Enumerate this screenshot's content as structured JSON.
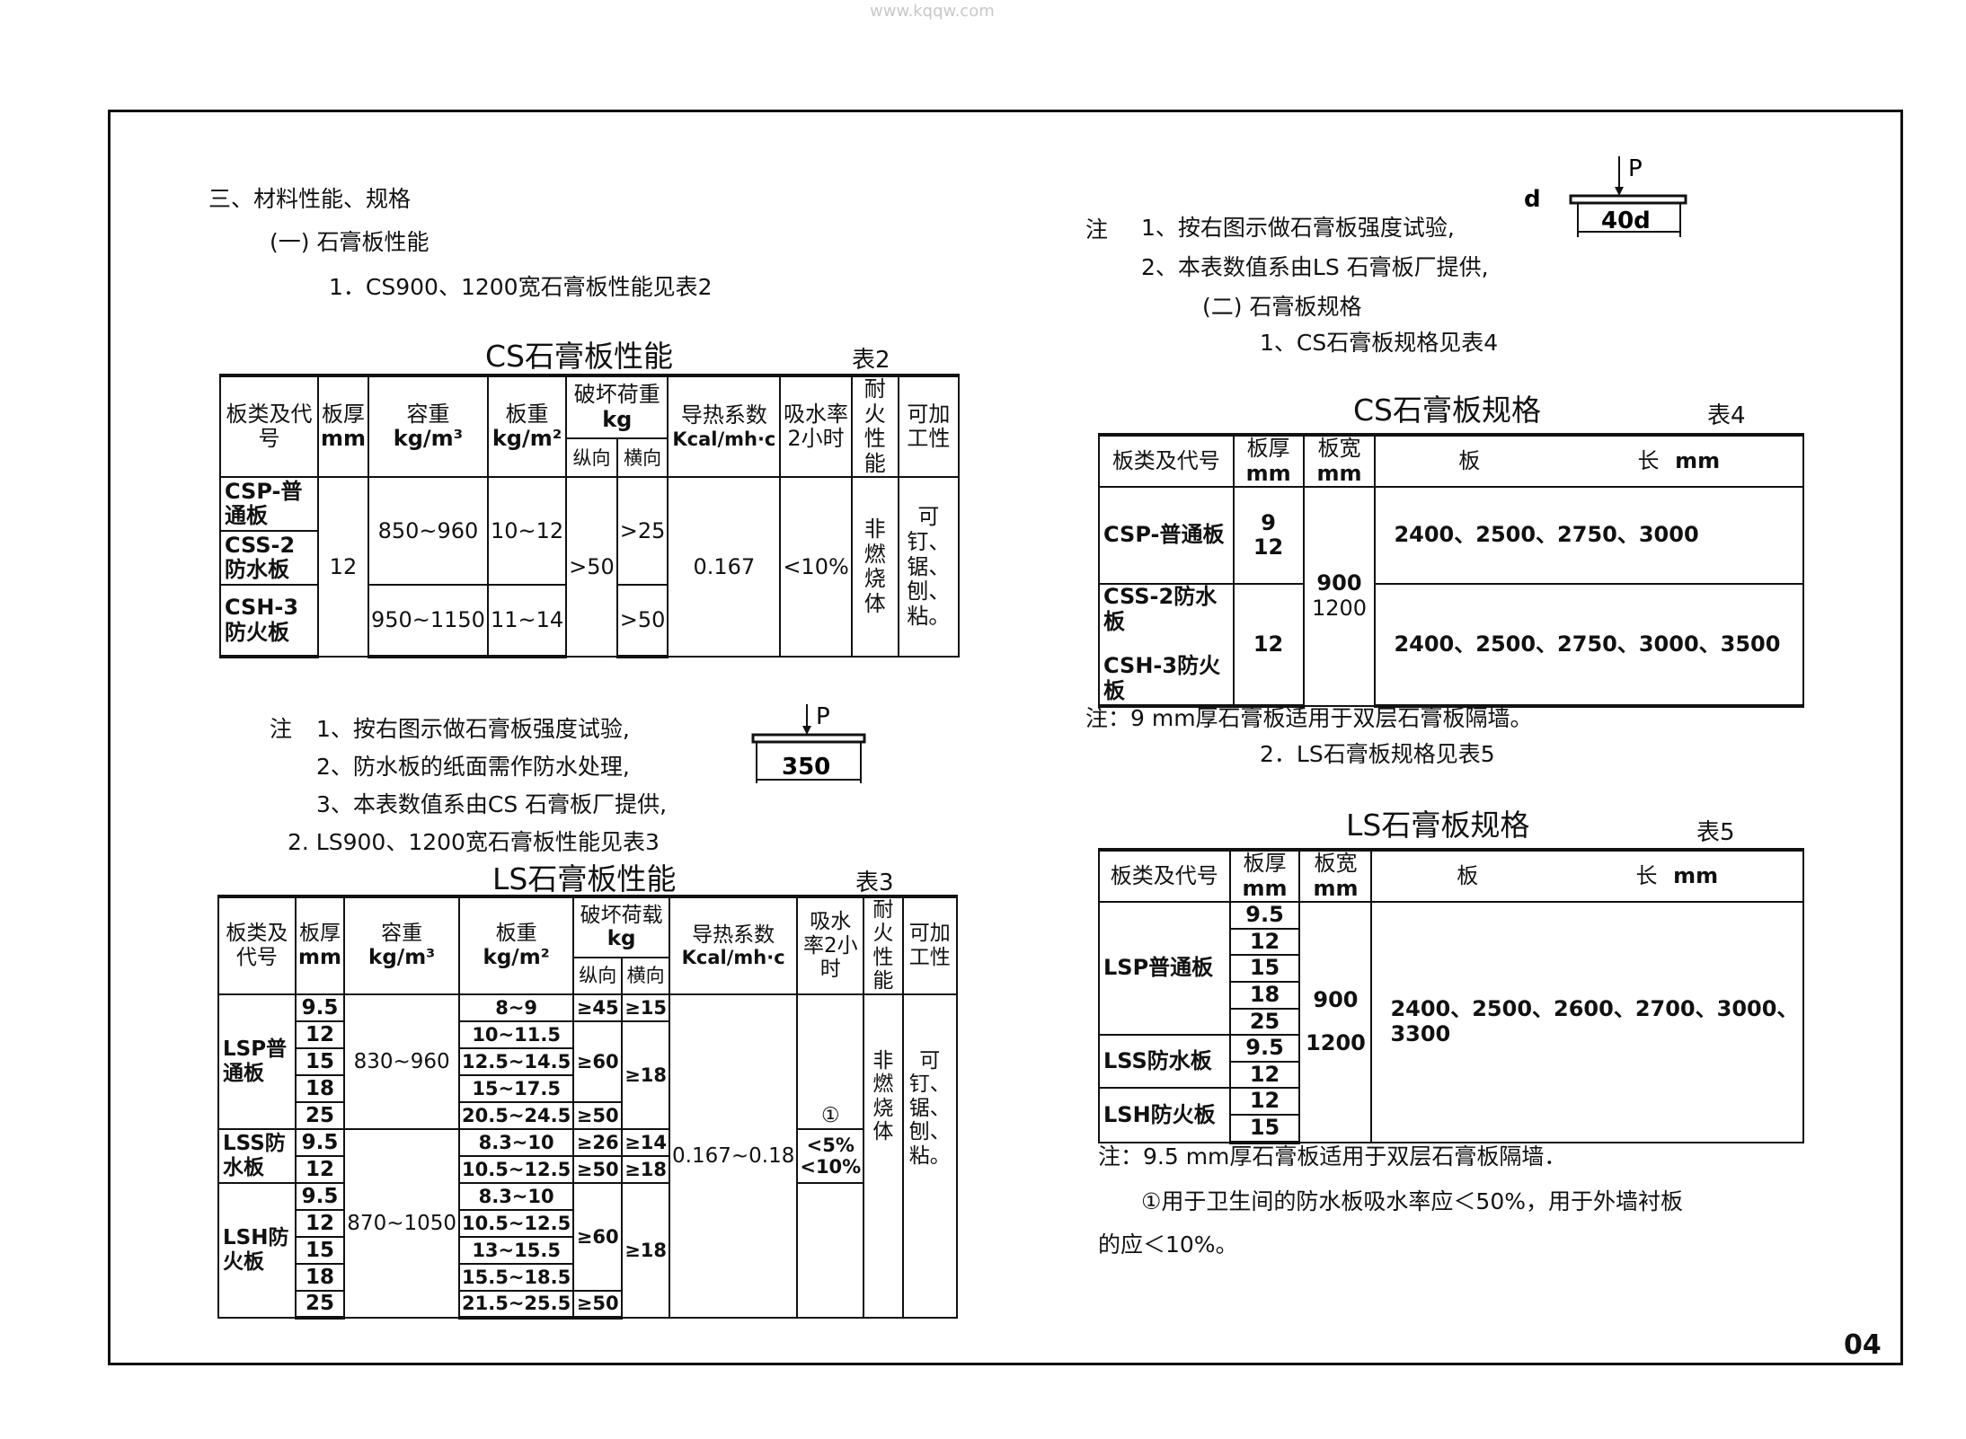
{
  "watermark": "www.kqqw.com",
  "page_number": "04",
  "left": {
    "sec_title": "三、材料性能、规格",
    "sub1": "(一) 石膏板性能",
    "item1": "1．CS900、1200宽石膏板性能见表2",
    "t2_title": "CS石膏板性能",
    "t2_no": "表2",
    "t2_headers": {
      "type": "板类及代号",
      "thick": "板厚",
      "thick_unit": "mm",
      "density": "容重",
      "density_unit": "kg/m³",
      "weight": "板重",
      "weight_unit": "kg/m²",
      "load": "破坏荷重",
      "load_unit": "kg",
      "load_long": "纵向",
      "load_trans": "横向",
      "thermal": "导热系数",
      "thermal_unit": "Kcal/mh·c",
      "absorb": "吸水率2小时",
      "fire": "耐火性能",
      "work": "可加工性"
    },
    "t2_rows": {
      "r1_type": "CSP-普通板",
      "r2_type": "CSS-2防水板",
      "r3_type": "CSH-3防火板",
      "thick": "12",
      "dens1": "850~960",
      "dens2": "950~1150",
      "wt1": "10~12",
      "wt2": "11~14",
      "long": ">50",
      "trans1": ">25",
      "trans2": ">50",
      "thermal": "0.167",
      "absorb": "<10%",
      "fire": "非燃烧体",
      "work": "可钉、锯、刨、粘。"
    },
    "t2_notes": {
      "n0": "注",
      "n1": "1、按右图示做石膏板强度试验,",
      "n2": "2、防水板的纸面需作防水处理,",
      "n3": "3、本表数值系由CS 石膏板厂提供,",
      "diag_p": "P",
      "diag_span": "350"
    },
    "item2": "2. LS900、1200宽石膏板性能见表3",
    "t3_title": "LS石膏板性能",
    "t3_no": "表3",
    "t3_headers": {
      "type": "板类及代号",
      "thick": "板厚",
      "thick_unit": "mm",
      "density": "容重",
      "density_unit": "kg/m³",
      "weight": "板重",
      "weight_unit": "kg/m²",
      "load": "破坏荷载",
      "load_unit": "kg",
      "load_long": "纵向",
      "load_trans": "横向",
      "thermal": "导热系数",
      "thermal_unit": "Kcal/mh·c",
      "absorb": "吸水率2小时",
      "fire": "耐火性能",
      "work": "可加工性"
    },
    "t3_rows": {
      "lsp": "LSP普通板",
      "lss": "LSS防水板",
      "lsh": "LSH防火板",
      "th": [
        "9.5",
        "12",
        "15",
        "18",
        "25",
        "9.5",
        "12",
        "9.5",
        "12",
        "15",
        "18",
        "25"
      ],
      "dens1": "830~960",
      "dens2": "870~1050",
      "wt": [
        "8~9",
        "10~11.5",
        "12.5~14.5",
        "15~17.5",
        "20.5~24.5",
        "8.3~10",
        "10.5~12.5",
        "8.3~10",
        "10.5~12.5",
        "13~15.5",
        "15.5~18.5",
        "21.5~25.5"
      ],
      "long": [
        "≥45",
        "≥60",
        "≥50",
        "≥26",
        "≥50",
        "≥60",
        "≥50"
      ],
      "trans": [
        "≥15",
        "≥18",
        "≥14",
        "≥18",
        "≥18"
      ],
      "thermal": "0.167~0.18",
      "absorb_mark": "①",
      "absorb1": "<5%",
      "absorb2": "<10%",
      "fire": "非燃烧体",
      "work": "可钉、锯、刨、粘。"
    }
  },
  "right": {
    "note_head": "注",
    "note1": "1、按右图示做石膏板强度试验,",
    "note2": "2、本表数值系由LS 石膏板厂提供,",
    "diag_p": "P",
    "diag_d": "d",
    "diag_span": "40d",
    "sub2": "(二) 石膏板规格",
    "item1": "1、CS石膏板规格见表4",
    "t4_title": "CS石膏板规格",
    "t4_no": "表4",
    "t4_headers": {
      "type": "板类及代号",
      "thick": "板厚",
      "thick_unit": "mm",
      "width": "板宽",
      "width_unit": "mm",
      "len1": "板",
      "len2": "长",
      "len_unit": "mm"
    },
    "t4_rows": {
      "csp": "CSP-普通板",
      "css": "CSS-2防水板",
      "csh": "CSH-3防火板",
      "th1": "9",
      "th2": "12",
      "th3": "12",
      "width1": "900",
      "width2": "1200",
      "len1": "2400、2500、2750、3000",
      "len2": "2400、2500、2750、3000、3500"
    },
    "t4_note": "注：9 mm厚石膏板适用于双层石膏板隔墙。",
    "item2": "2．LS石膏板规格见表5",
    "t5_title": "LS石膏板规格",
    "t5_no": "表5",
    "t5_headers": {
      "type": "板类及代号",
      "thick": "板厚",
      "thick_unit": "mm",
      "width": "板宽",
      "width_unit": "mm",
      "len1": "板",
      "len2": "长",
      "len_unit": "mm"
    },
    "t5_rows": {
      "lsp": "LSP普通板",
      "lss": "LSS防水板",
      "lsh": "LSH防火板",
      "th": [
        "9.5",
        "12",
        "15",
        "18",
        "25",
        "9.5",
        "12",
        "12",
        "15"
      ],
      "width1": "900",
      "width2": "1200",
      "len": "2400、2500、2600、2700、3000、3300"
    },
    "t5_note": "注：9.5 mm厚石膏板适用于双层石膏板隔墙．",
    "foot1": "①用于卫生间的防水板吸水率应＜50%，用于外墙衬板",
    "foot2": "的应＜10%。"
  }
}
